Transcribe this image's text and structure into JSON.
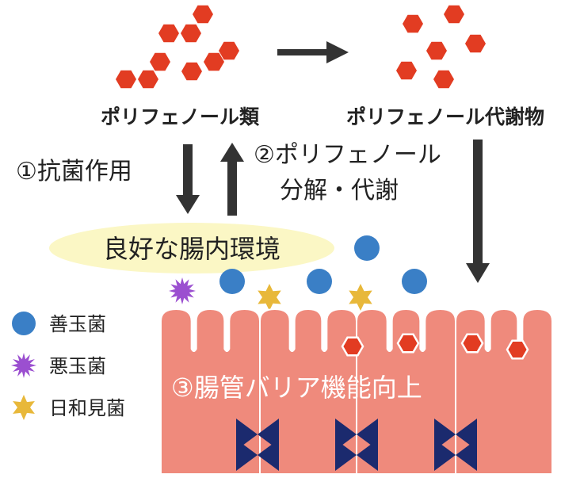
{
  "labels": {
    "polyphenols": "ポリフェノール類",
    "metabolites": "ポリフェノール代謝物",
    "step1": "①抗菌作用",
    "step2_line1": "②ポリフェノール",
    "step2_line2": "分解・代謝",
    "environment": "良好な腸内環境",
    "step3": "③腸管バリア機能向上"
  },
  "legend": [
    {
      "label": "善玉菌",
      "icon": "circle-icon",
      "color": "#3a7fc6"
    },
    {
      "label": "悪玉菌",
      "icon": "spiky-star-icon",
      "color": "#9b4fd0"
    },
    {
      "label": "日和見菌",
      "icon": "star-icon",
      "color": "#e8b83a"
    }
  ],
  "colors": {
    "hexagon": "#e23c22",
    "epithelium": "#ef8a7c",
    "epithelium_border": "#ffffff",
    "junction": "#1b2a6e",
    "environment_ellipse": "#fbf7c5",
    "arrow": "#333333"
  }
}
